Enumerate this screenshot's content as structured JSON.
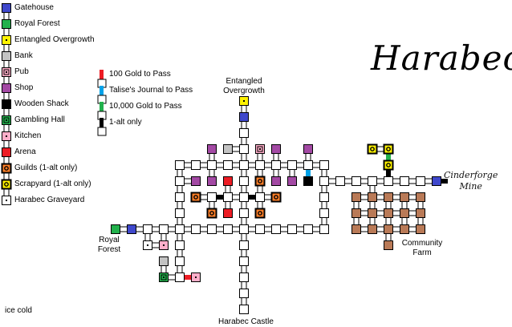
{
  "title": "Harabec",
  "legend": [
    {
      "label": "Gatehouse",
      "type": "gate"
    },
    {
      "label": "Royal Forest",
      "type": "forest"
    },
    {
      "label": "Entangled Overgrowth",
      "type": "entangled"
    },
    {
      "label": "Bank",
      "type": "bank"
    },
    {
      "label": "Pub",
      "type": "pub"
    },
    {
      "label": "Shop",
      "type": "shop"
    },
    {
      "label": "Wooden Shack",
      "type": "shack"
    },
    {
      "label": "Gambling Hall",
      "type": "gambling"
    },
    {
      "label": "Kitchen",
      "type": "kitchen"
    },
    {
      "label": "Arena",
      "type": "arena"
    },
    {
      "label": "Guilds (1-alt only)",
      "type": "guild"
    },
    {
      "label": "Scrapyard (1-alt only)",
      "type": "scrap"
    },
    {
      "label": "Harabec Graveyard",
      "type": "grave"
    }
  ],
  "passage_legend": [
    {
      "label": "100 Gold to Pass",
      "color": "#ed1c24"
    },
    {
      "label": "Talise's Journal to Pass",
      "color": "#00a2e8"
    },
    {
      "label": "10,000 Gold to Pass",
      "color": "#22b14c"
    },
    {
      "label": "1-alt only",
      "color": "#000000"
    }
  ],
  "map_labels": {
    "entangled_1": "Entangled",
    "entangled_2": "Overgrowth",
    "royal_1": "Royal",
    "royal_2": "Forest",
    "cinder_1": "Cinderforge",
    "cinder_2": "Mine",
    "farm_1": "Community",
    "farm_2": "Farm",
    "castle": "Harabec Castle"
  },
  "footer": "ice cold",
  "colors": {
    "gate": "#3f48cc",
    "forest": "#22b14c",
    "entangled": "#fff200",
    "bank": "#c3c3c3",
    "pub": "#ffaec9",
    "shop": "#a349a4",
    "shack": "#000000",
    "gambling": "#22b14c",
    "kitchen": "#ffaec9",
    "arena": "#ed1c24",
    "guild": "#ff7f27",
    "scrap": "#fff200",
    "grave": "#ffffff",
    "farm": "#b97a57",
    "room": "#ffffff"
  }
}
